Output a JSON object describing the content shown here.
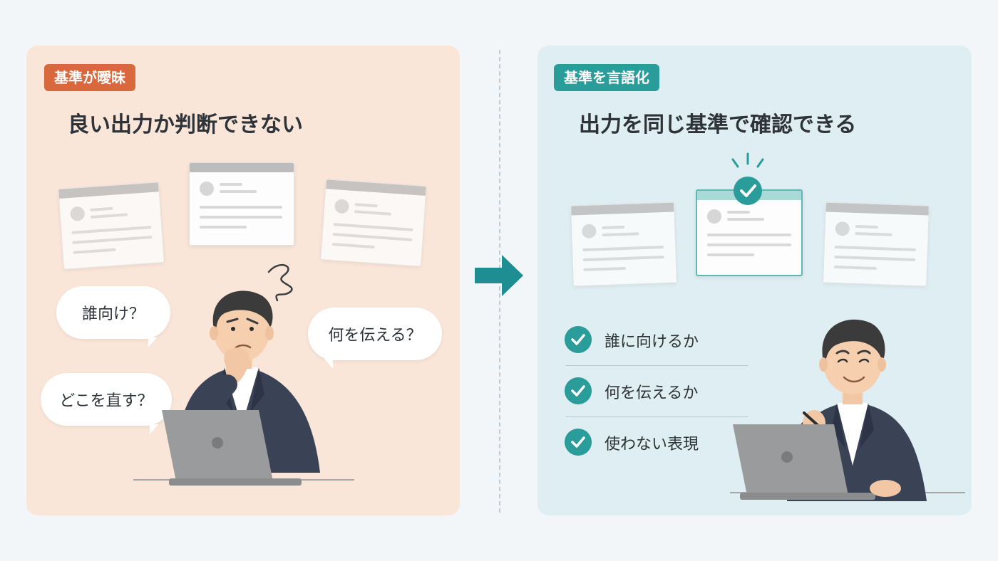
{
  "left_panel": {
    "badge": "基準が曖昧",
    "title": "良い出力か判断できない",
    "bubbles": [
      "誰向け？",
      "何を伝える？",
      "どこを直す？"
    ]
  },
  "right_panel": {
    "badge": "基準を言語化",
    "title": "出力を同じ基準で確認できる",
    "checklist": [
      "誰に向けるか",
      "何を伝えるか",
      "使わない表現"
    ]
  },
  "colors": {
    "left_accent": "#d9683c",
    "right_accent": "#2a9c9a",
    "left_bg": "#fae6d8",
    "right_bg": "#deeef2"
  },
  "icons": [
    "document-card-icon",
    "check-circle-icon",
    "arrow-right-icon",
    "confused-scribble-icon",
    "laptop-icon"
  ]
}
